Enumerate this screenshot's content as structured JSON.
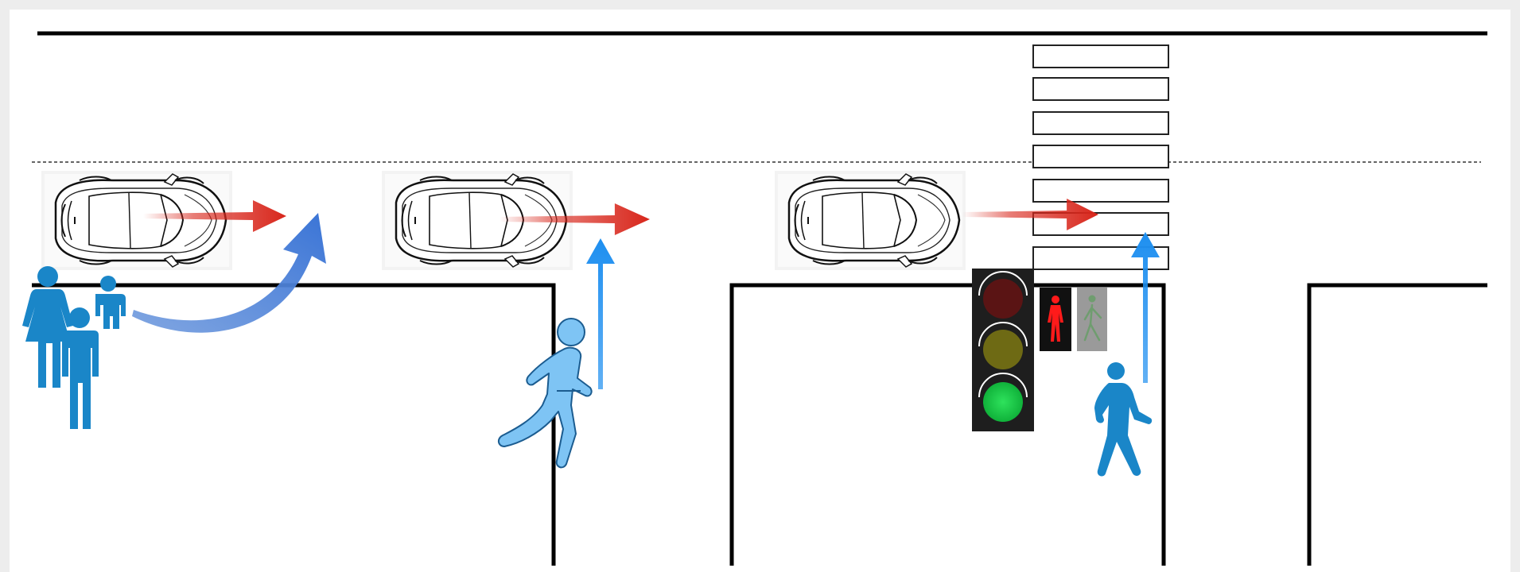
{
  "scene": {
    "description_visible_text": "",
    "colors": {
      "background": "#ffffff",
      "frame": "#ededed",
      "line": "#000000",
      "lane_divider": "#666666",
      "car_arrow": "#d8261b",
      "crossing_arrow": "#1e8ff0",
      "pedestrian_dark": "#1a86c8",
      "pedestrian_light": "#7ec4f4",
      "curved_arrow": "#6a96dc",
      "signal_housing": "#1e1e1e",
      "signal_red_light": "#5a1414",
      "signal_amber_light": "#6e6a14",
      "signal_green_light": "#1bd24a",
      "ped_signal_red": "#ff1a1a",
      "ped_signal_green": "#7a9a7a"
    },
    "icons": [
      "car-icon",
      "family-pedestrians-icon",
      "running-pedestrian-icon",
      "walking-pedestrian-icon",
      "traffic-light-icon",
      "pedestrian-signal-red-icon",
      "pedestrian-signal-green-icon",
      "zebra-crossing-icon"
    ],
    "traffic_light_state": "green",
    "pedestrian_signal_state": "red",
    "cars_count": 3,
    "zebra_stripes_count": 7
  }
}
